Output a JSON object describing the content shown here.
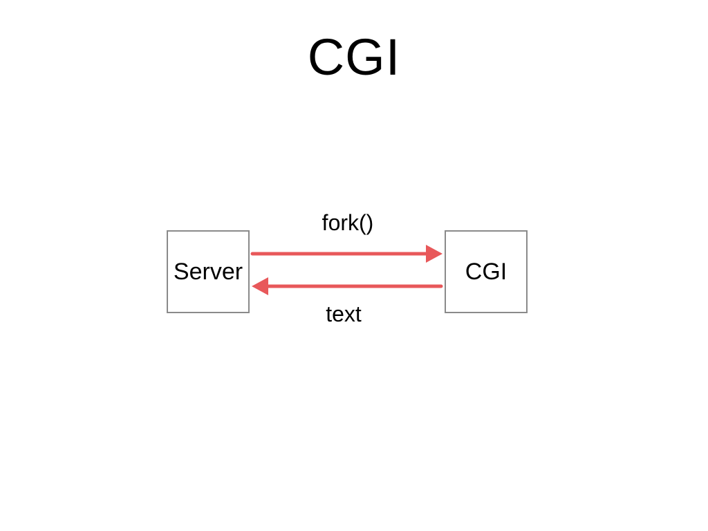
{
  "slide": {
    "title": "CGI"
  },
  "diagram": {
    "nodes": [
      {
        "id": "server",
        "label": "Server"
      },
      {
        "id": "cgi",
        "label": "CGI"
      }
    ],
    "edges": [
      {
        "from": "server",
        "to": "cgi",
        "label": "fork()"
      },
      {
        "from": "cgi",
        "to": "server",
        "label": "text"
      }
    ],
    "colors": {
      "arrow": "#e8585a",
      "box_border": "#8a8a8a"
    }
  }
}
